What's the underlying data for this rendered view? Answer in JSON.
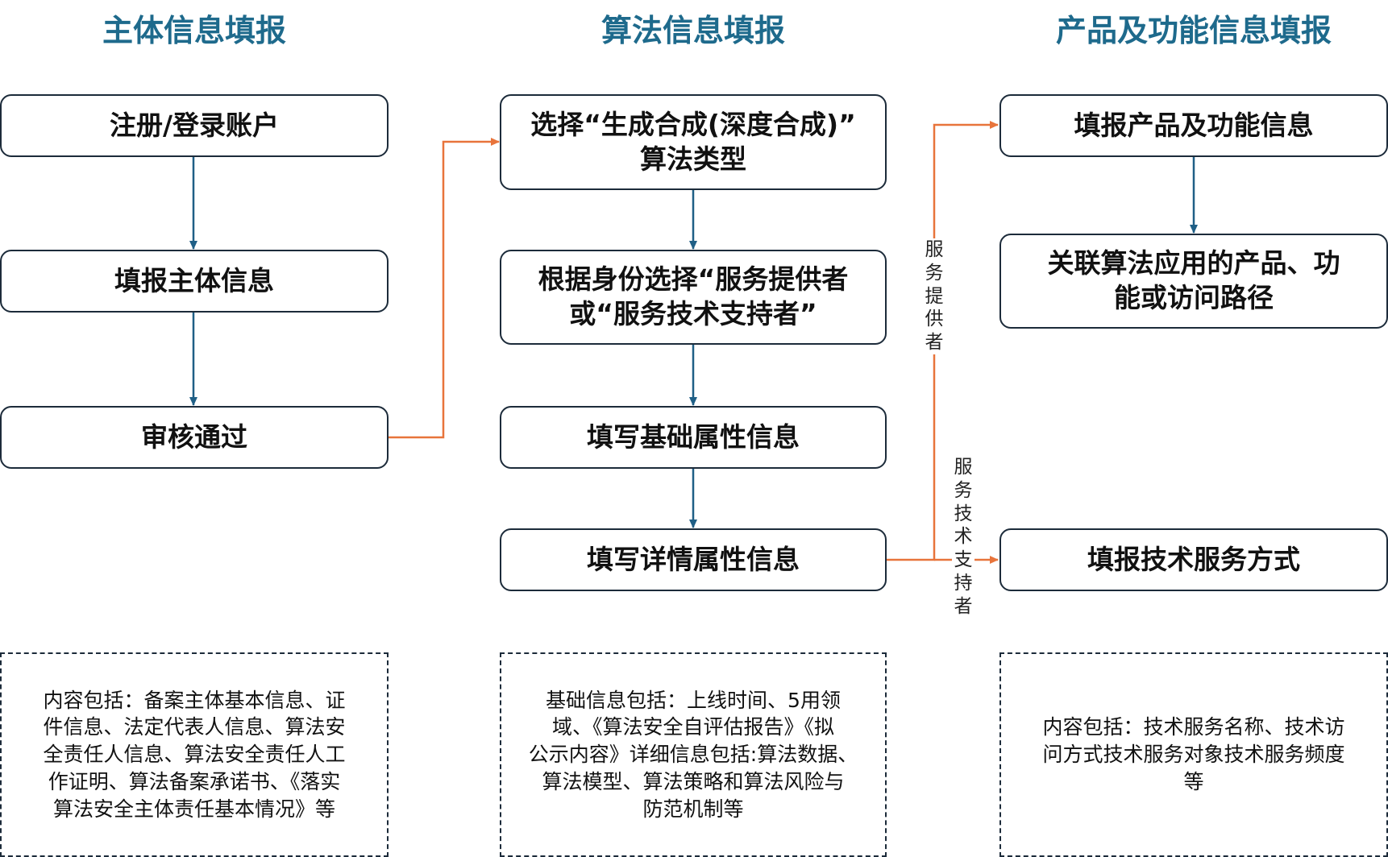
{
  "columns": [
    {
      "title": "主体信息填报"
    },
    {
      "title": "算法信息填报"
    },
    {
      "title": "产品及功能信息填报"
    }
  ],
  "col1": {
    "steps": [
      "注册/登录账户",
      "填报主体信息",
      "审核通过"
    ],
    "note_lines": [
      "内容包括：备案主体基本信息、证",
      "件信息、法定代表人信息、算法安",
      "全责任人信息、算法安全责任人工",
      "作证明、算法备案承诺书、《落实",
      "算法安全主体责任基本情况》等"
    ]
  },
  "col2": {
    "step1_lines": [
      "选择“生成合成(深度合成)”",
      "算法类型"
    ],
    "step2_lines": [
      "根据身份选择“服务提供者",
      "或“服务技术支持者”"
    ],
    "step3": "填写基础属性信息",
    "step4": "填写详情属性信息",
    "note_lines": [
      "基础信息包括：上线时间、5用领",
      "域、《算法安全自评估报告》《拟",
      "公示内容》详细信息包括:算法数据、",
      "算法模型、算法策略和算法风险与",
      "防范机制等"
    ]
  },
  "col3": {
    "step1": "填报产品及功能信息",
    "step2_lines": [
      "关联算法应用的产品、功",
      "能或访问路径"
    ],
    "step3": "填报技术服务方式",
    "note_lines": [
      "内容包括：技术服务名称、技术访",
      "问方式技术服务对象技术服务频度",
      "等"
    ]
  },
  "branch_labels": {
    "provider": "服务提供者",
    "tech_support": "服务技术支持者"
  },
  "colors": {
    "title": "#1e6a8c",
    "blue_arrow": "#1f5f86",
    "orange_arrow": "#e8743b",
    "box_border": "#1c2b3a"
  }
}
